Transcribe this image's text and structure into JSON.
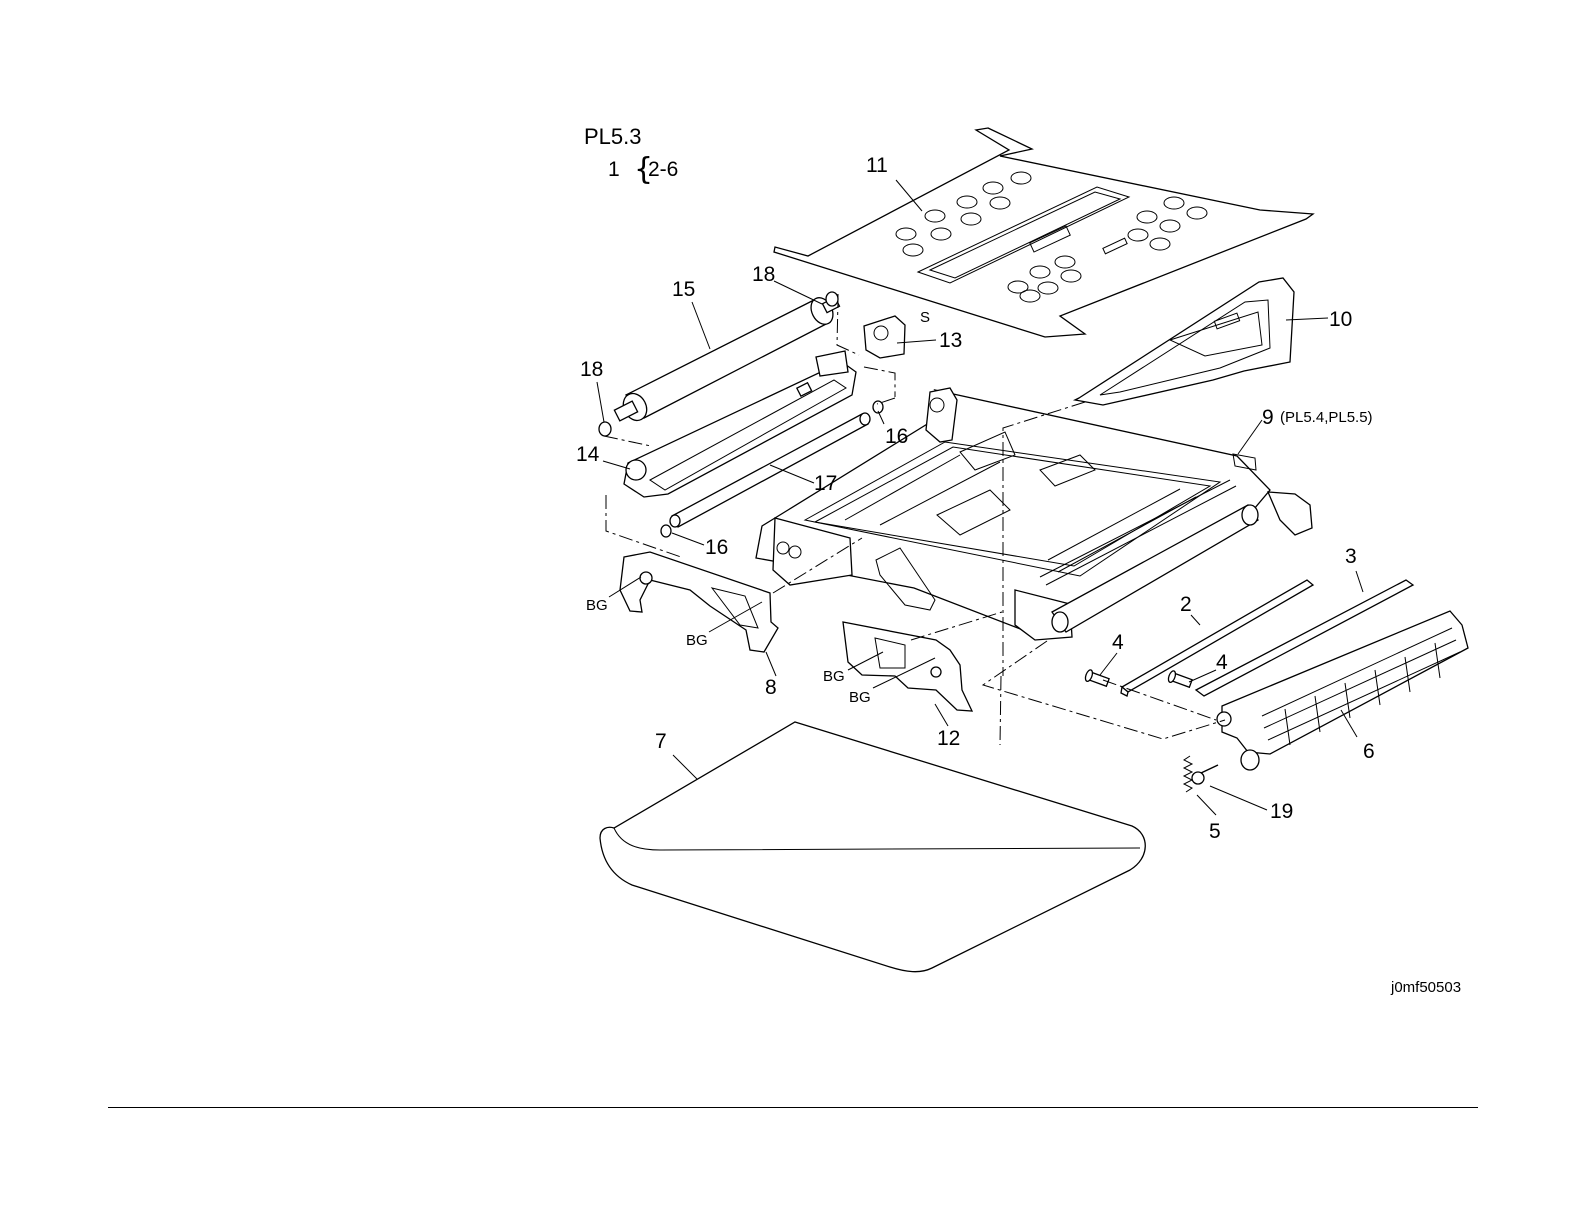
{
  "plate": {
    "title": "PL5.3",
    "assembly_number": "1",
    "assembly_brace": "{",
    "assembly_range": "2-6"
  },
  "figure_id": "j0mf50503",
  "callouts": {
    "c2": "2",
    "c3": "3",
    "c4a": "4",
    "c4b": "4",
    "c5": "5",
    "c6": "6",
    "c7": "7",
    "c8": "8",
    "c9": "9",
    "c9_ref": "(PL5.4,PL5.5)",
    "c10": "10",
    "c11": "11",
    "c12": "12",
    "c13": "13",
    "c13_s": "S",
    "c14": "14",
    "c15": "15",
    "c16a": "16",
    "c16b": "16",
    "c17": "17",
    "c18a": "18",
    "c18b": "18",
    "c19": "19",
    "bg1": "BG",
    "bg2": "BG",
    "bg3": "BG",
    "bg4": "BG"
  }
}
